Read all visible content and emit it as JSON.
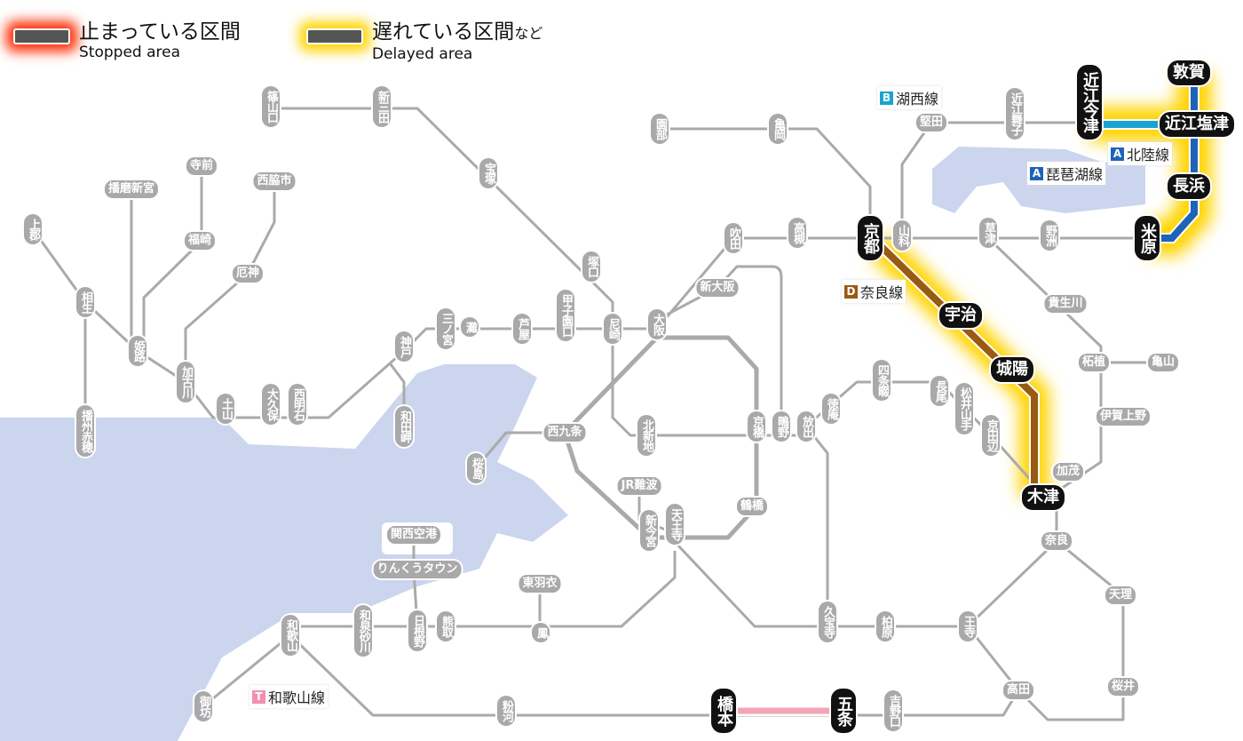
{
  "legend": {
    "stopped": {
      "jp": "止まっている区間",
      "en": "Stopped area"
    },
    "delayed": {
      "jp": "遅れている区間",
      "jp_suffix": "など",
      "en": "Delayed area"
    }
  },
  "line_labels": [
    {
      "badge": "B",
      "name": "湖西線",
      "color": "#1aa3d0"
    },
    {
      "badge": "A",
      "name": "北陸線",
      "color": "#1e63b8"
    },
    {
      "badge": "A",
      "name": "琵琶湖線",
      "color": "#1e63b8"
    },
    {
      "badge": "D",
      "name": "奈良線",
      "color": "#9a5a12"
    },
    {
      "badge": "T",
      "name": "和歌山線",
      "color": "#f28fb0"
    }
  ],
  "colors": {
    "stopped": "#ff2a00",
    "delayed": "#ffd400",
    "sea": "#cbd5ee",
    "line": "#aaaaaa"
  },
  "stations": [
    {
      "name": "篠山口"
    },
    {
      "name": "新三田"
    },
    {
      "name": "宝塚"
    },
    {
      "name": "上郡"
    },
    {
      "name": "相生"
    },
    {
      "name": "播州赤穂"
    },
    {
      "name": "姫路"
    },
    {
      "name": "加古川"
    },
    {
      "name": "土山"
    },
    {
      "name": "大久保"
    },
    {
      "name": "西明石"
    },
    {
      "name": "神戸"
    },
    {
      "name": "和田岬"
    },
    {
      "name": "三ノ宮"
    },
    {
      "name": "灘"
    },
    {
      "name": "芦屋"
    },
    {
      "name": "甲子園口"
    },
    {
      "name": "尼崎"
    },
    {
      "name": "大阪"
    },
    {
      "name": "塚口"
    },
    {
      "name": "吹田"
    },
    {
      "name": "高槻"
    },
    {
      "name": "亀岡"
    },
    {
      "name": "園部"
    },
    {
      "name": "京都",
      "affected": true
    },
    {
      "name": "山科"
    },
    {
      "name": "近江舞子"
    },
    {
      "name": "近江今津",
      "affected": true
    },
    {
      "name": "草津"
    },
    {
      "name": "野洲"
    },
    {
      "name": "米原",
      "affected": true
    },
    {
      "name": "京橋"
    },
    {
      "name": "鴫野"
    },
    {
      "name": "放出"
    },
    {
      "name": "徳庵"
    },
    {
      "name": "四条畷"
    },
    {
      "name": "長尾"
    },
    {
      "name": "松井山手"
    },
    {
      "name": "京田辺"
    },
    {
      "name": "北新地"
    },
    {
      "name": "桜島"
    },
    {
      "name": "新今宮"
    },
    {
      "name": "天王寺"
    },
    {
      "name": "久宝寺"
    },
    {
      "name": "柏原"
    },
    {
      "name": "王寺"
    },
    {
      "name": "和泉砂川"
    },
    {
      "name": "日根野"
    },
    {
      "name": "熊取"
    },
    {
      "name": "和歌山"
    },
    {
      "name": "御坊"
    },
    {
      "name": "粉河"
    },
    {
      "name": "橋本",
      "affected": true
    },
    {
      "name": "五条",
      "affected": true
    },
    {
      "name": "吉野口"
    },
    {
      "name": "寺前"
    },
    {
      "name": "播磨新宮"
    },
    {
      "name": "西脇市"
    },
    {
      "name": "福崎"
    },
    {
      "name": "厄神"
    },
    {
      "name": "新大阪"
    },
    {
      "name": "西九条"
    },
    {
      "name": "JR難波"
    },
    {
      "name": "鶴橋"
    },
    {
      "name": "関西空港"
    },
    {
      "name": "りんくうタウン"
    },
    {
      "name": "東羽衣"
    },
    {
      "name": "鳳"
    },
    {
      "name": "堅田"
    },
    {
      "name": "貴生川"
    },
    {
      "name": "柘植"
    },
    {
      "name": "亀山"
    },
    {
      "name": "伊賀上野"
    },
    {
      "name": "加茂"
    },
    {
      "name": "奈良"
    },
    {
      "name": "天理"
    },
    {
      "name": "桜井"
    },
    {
      "name": "高田"
    },
    {
      "name": "敦賀",
      "affected": true
    },
    {
      "name": "近江塩津",
      "affected": true
    },
    {
      "name": "長浜",
      "affected": true
    },
    {
      "name": "宇治",
      "affected": true
    },
    {
      "name": "城陽",
      "affected": true
    },
    {
      "name": "木津",
      "affected": true
    }
  ]
}
